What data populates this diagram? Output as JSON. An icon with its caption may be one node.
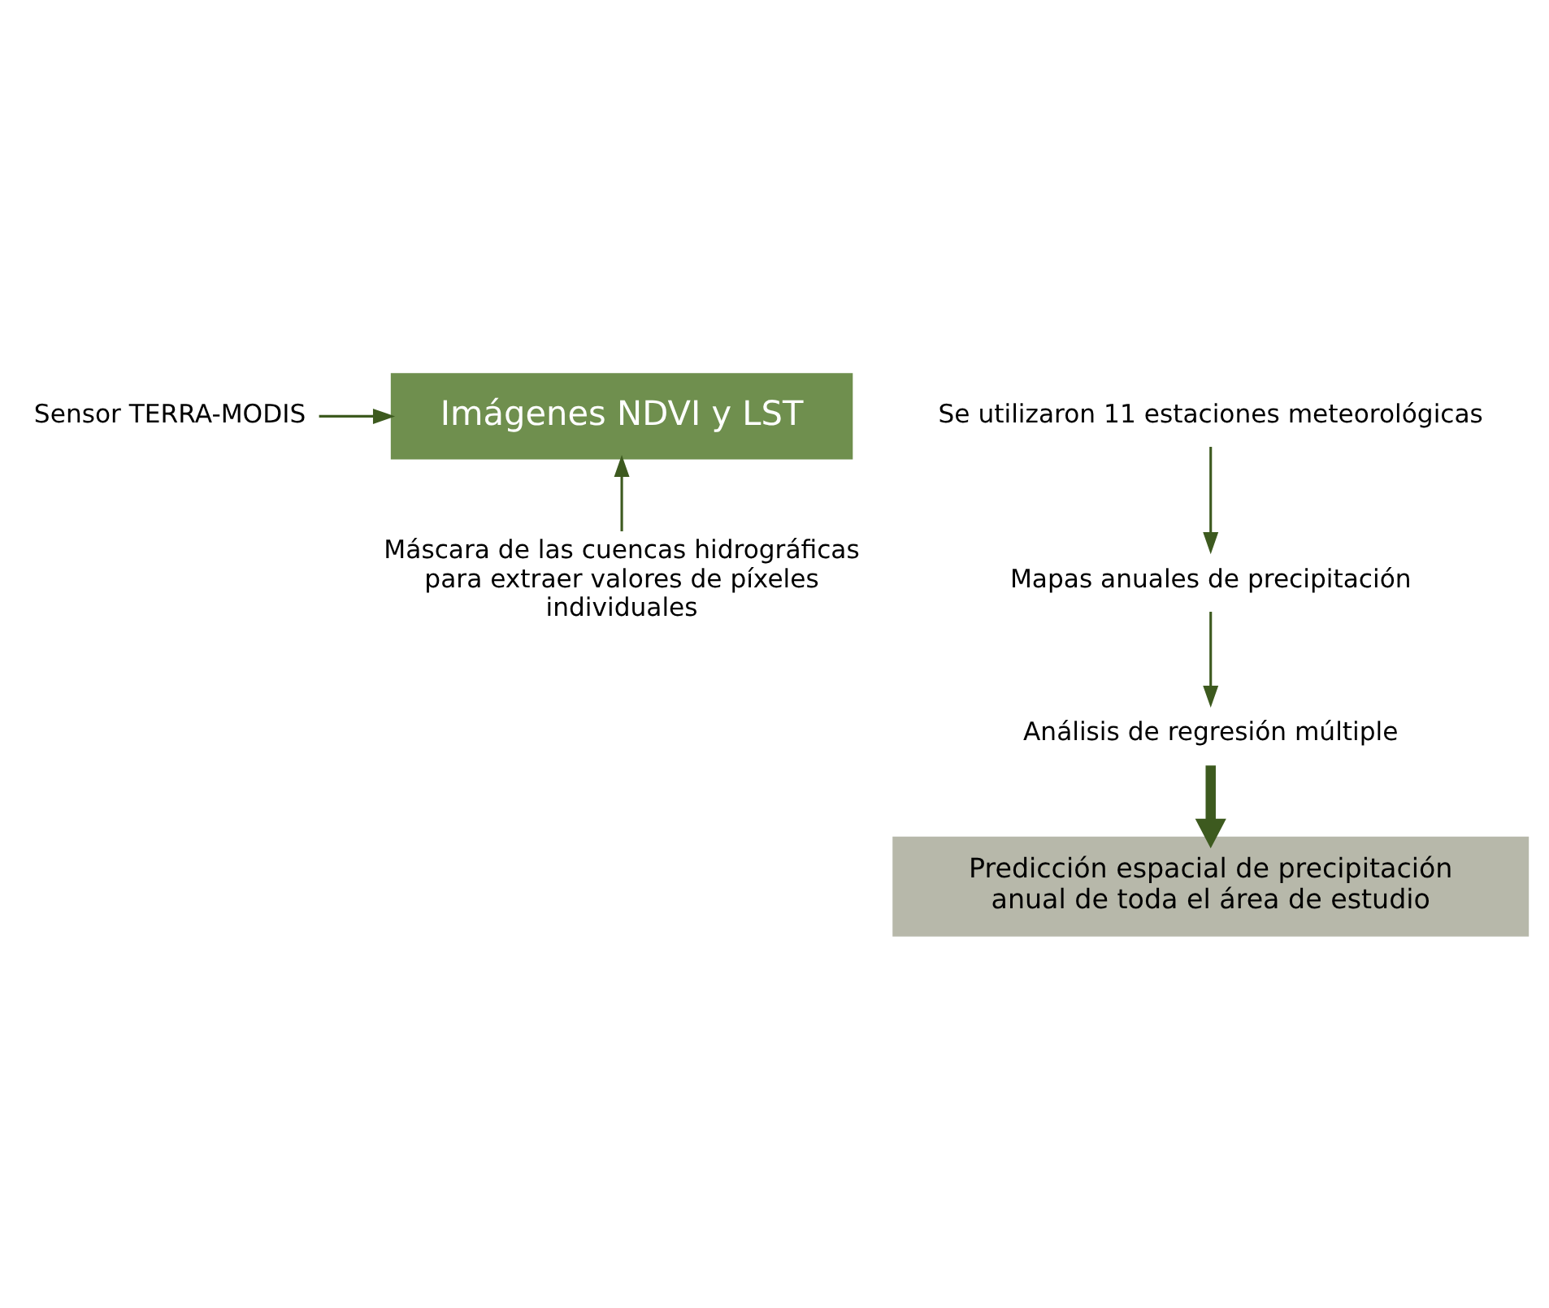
{
  "diagram": {
    "nodes": [
      {
        "text": [
          "Sensor TERRA-MODIS"
        ]
      },
      {
        "text": [
          "Imágenes NDVI y LST"
        ]
      },
      {
        "text": [
          "Máscara de las cuencas hidrográficas para extraer valores de píxeles individuales"
        ]
      },
      {
        "text": [
          "Se utilizaron 11 estaciones meteorológicas"
        ]
      },
      {
        "text": [
          "Mapas anuales de precipitación"
        ]
      },
      {
        "text": [
          "Análisis de regresión múltiple"
        ]
      },
      {
        "text": [
          "Predicción espacial de precipitación anual de toda el área de estudio"
        ]
      }
    ],
    "edges": [
      {
        "from": 0,
        "to": 1,
        "arrow": "to"
      },
      {
        "from": 2,
        "to": 1,
        "arrow": "to"
      },
      {
        "from": 3,
        "to": 4,
        "arrow": "to"
      },
      {
        "from": 4,
        "to": 5,
        "arrow": "to"
      },
      {
        "from": 5,
        "to": 6,
        "arrow": "to",
        "style": "thick"
      }
    ]
  }
}
